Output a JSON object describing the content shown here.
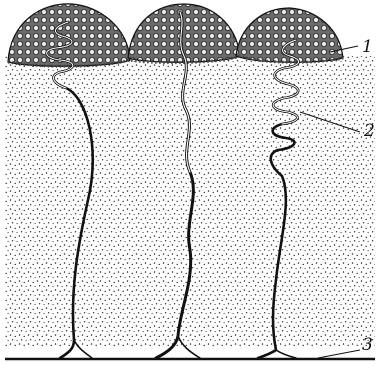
{
  "labels": {
    "cap_layer": "1",
    "spiral_duct": "2",
    "base_line": "3"
  }
}
